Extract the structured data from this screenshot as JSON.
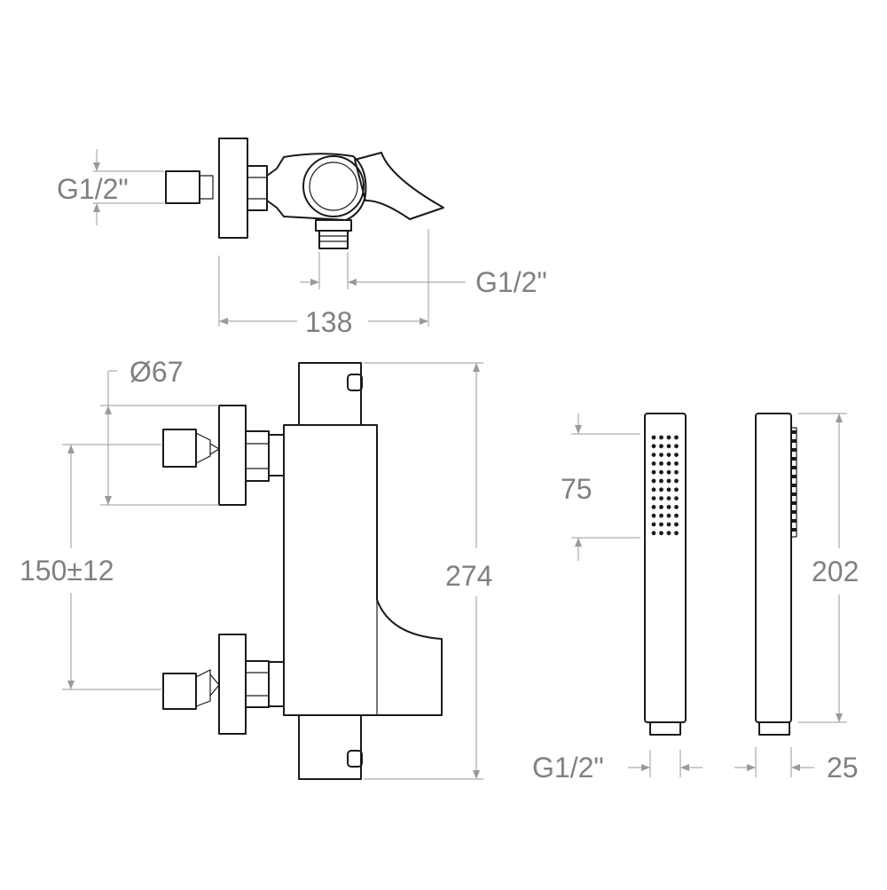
{
  "dimensions": {
    "top_inlet_thread": "G1/2\"",
    "top_outlet_thread": "G1/2\"",
    "top_length": "138",
    "flange_diameter": "Ø67",
    "inlet_spacing": "150±12",
    "body_height": "274",
    "spray_face_height": "75",
    "handshower_length": "202",
    "handshower_thread": "G1/2\"",
    "handshower_width": "25"
  }
}
